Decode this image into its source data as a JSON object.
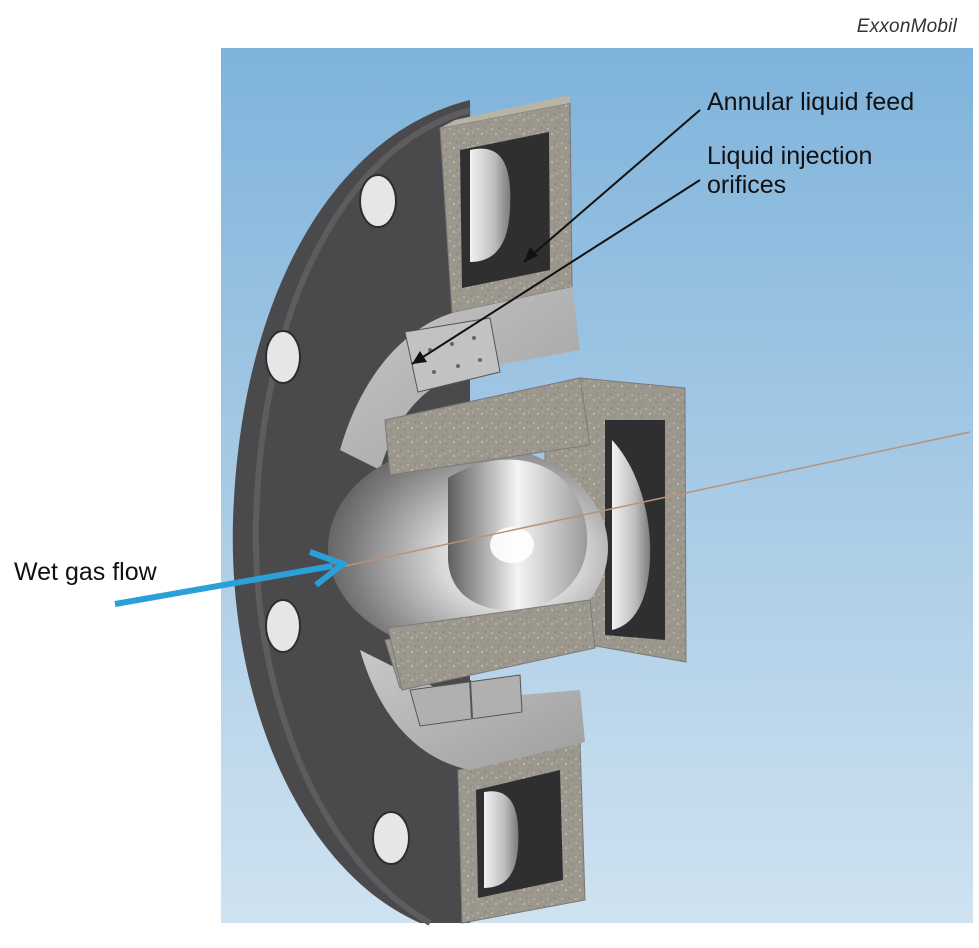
{
  "credit": "ExxonMobil",
  "labels": {
    "annular_liquid_feed": "Annular liquid feed",
    "liquid_injection_orifices": "Liquid injection orifices",
    "wet_gas_flow": "Wet gas flow"
  },
  "colors": {
    "background_top": "#7fb3db",
    "background_bottom": "#cfe2f0",
    "flange": "#4a4a4c",
    "cut_face": "#9a968a",
    "metal_light": "#e8e8e8",
    "metal_dark": "#6d6d6d",
    "flow_arrow": "#2b9fd8",
    "pointer_arrows": "#111111",
    "axis_line": "#b8927a"
  }
}
